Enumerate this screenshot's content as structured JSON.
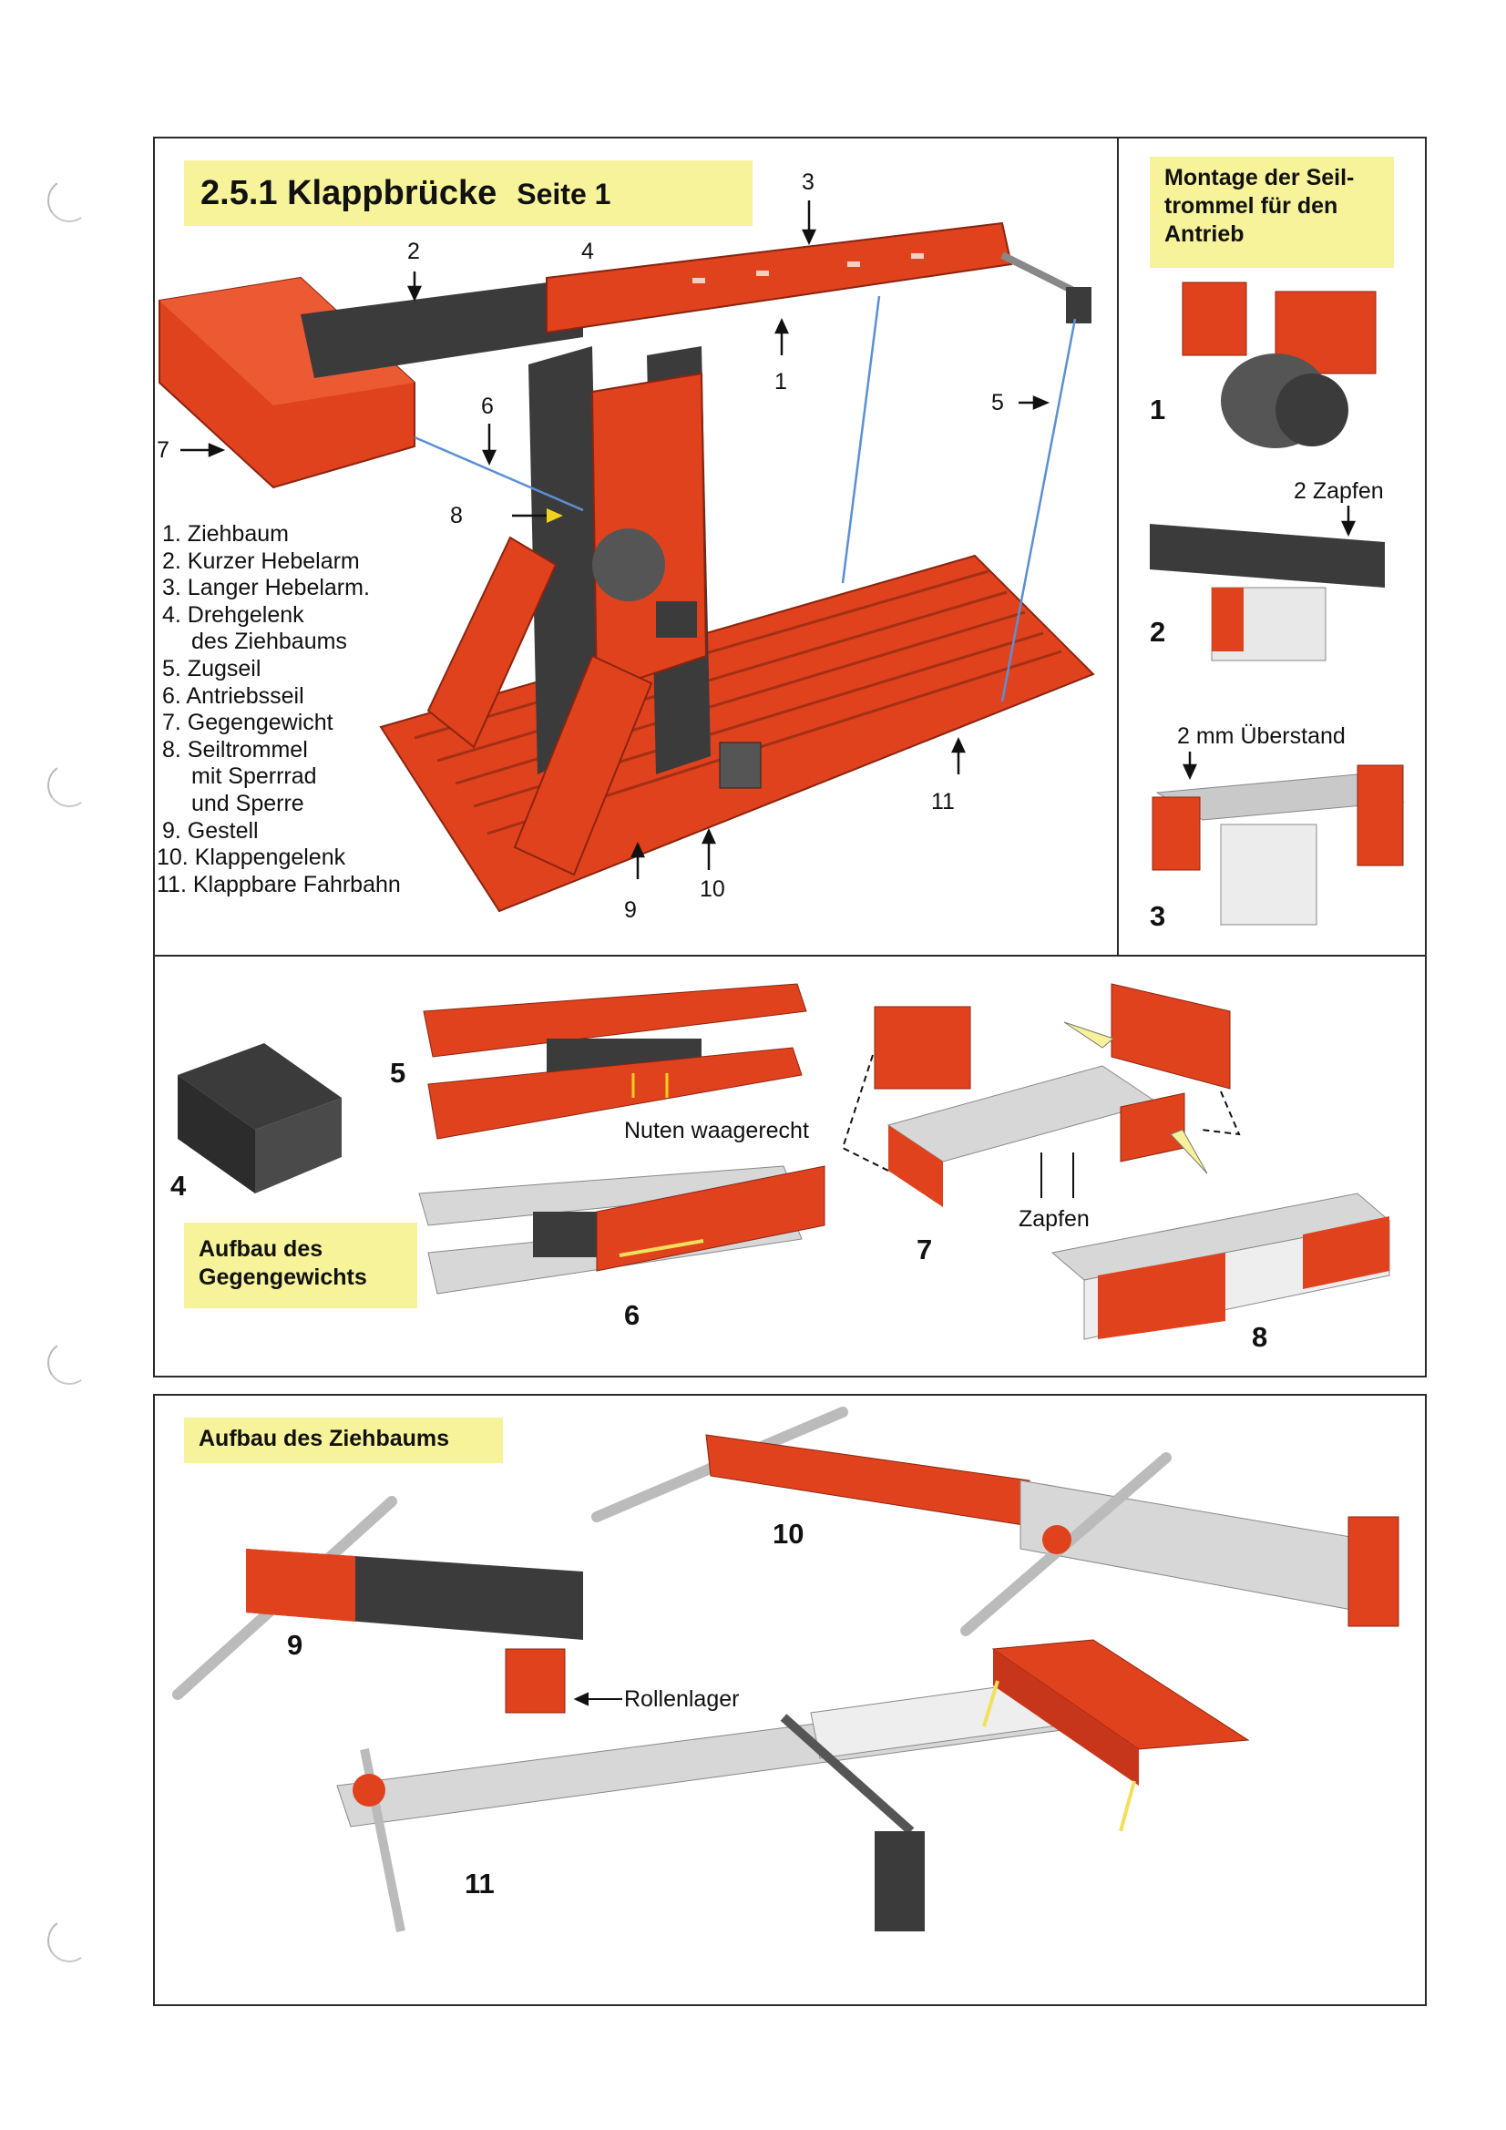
{
  "colors": {
    "brick_red": "#e0421d",
    "brick_dark": "#3b3b3b",
    "brick_grey": "#c9c9c9",
    "label_yellow": "#f6f39a",
    "frame": "#2a2a2a"
  },
  "header": {
    "title": "2.5.1 Klappbrücke",
    "subtitle": "Seite 1"
  },
  "legend": [
    "1. Ziehbaum",
    "2. Kurzer Hebelarm",
    "3. Langer Hebelarm.",
    "4. Drehgelenk",
    "des Ziehbaums",
    "5. Zugseil",
    "6. Antriebsseil",
    "7. Gegengewicht",
    "8. Seiltrommel",
    "mit Sperrrad",
    "und Sperre",
    "9. Gestell",
    "10. Klappengelenk",
    "11. Klappbare Fahrbahn"
  ],
  "callouts": {
    "c1": "1",
    "c2": "2",
    "c3": "3",
    "c4": "4",
    "c5": "5",
    "c6": "6",
    "c7": "7",
    "c8": "8",
    "c9": "9",
    "c10": "10",
    "c11": "11"
  },
  "montage": {
    "title": "Montage der Seiltrommel für den Antrieb",
    "title_lines": [
      "Montage der Seil-",
      "trommel für den",
      "Antrieb"
    ],
    "step1": "1",
    "step2": "2",
    "step3": "3",
    "note_zapfen": "2 Zapfen",
    "note_ueberstand": "2 mm Überstand"
  },
  "gegengewicht": {
    "title_lines": [
      "Aufbau des",
      "Gegengewichts"
    ],
    "step4": "4",
    "step5": "5",
    "step6": "6",
    "step7": "7",
    "step8": "8",
    "note_nuten": "Nuten waagerecht",
    "note_zapfen": "Zapfen"
  },
  "ziehbaum": {
    "title": "Aufbau des Ziehbaums",
    "step9": "9",
    "step10": "10",
    "step11": "11",
    "note_rollenlager": "Rollenlager"
  }
}
